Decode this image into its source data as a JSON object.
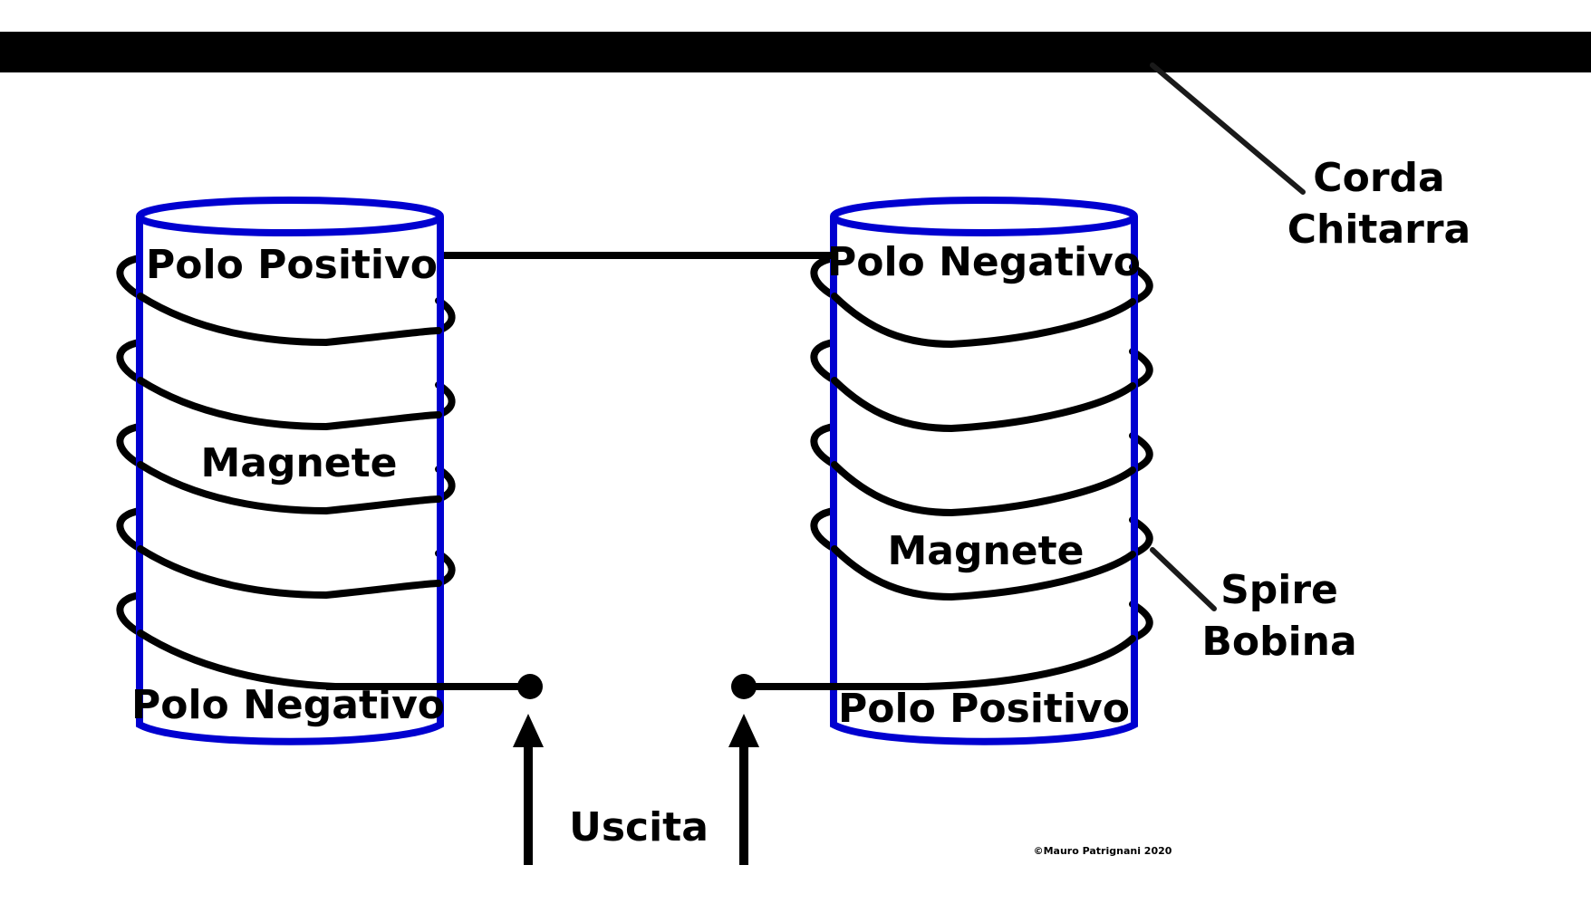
{
  "labels": {
    "string_line1": "Corda",
    "string_line2": "Chitarra",
    "left_top_pole": "Polo Positivo",
    "left_magnet": "Magnete",
    "left_bottom_pole": "Polo Negativo",
    "right_top_pole": "Polo Negativo",
    "right_magnet": "Magnete",
    "right_bottom_pole": "Polo Positivo",
    "turns_line1": "Spire",
    "turns_line2": "Bobina",
    "output": "Uscita",
    "copyright": "©Mauro Patrignani 2020"
  },
  "colors": {
    "coil_outline": "#0000d0",
    "string": "#000000",
    "winding": "#000000",
    "leader": "#1a1a1a"
  }
}
